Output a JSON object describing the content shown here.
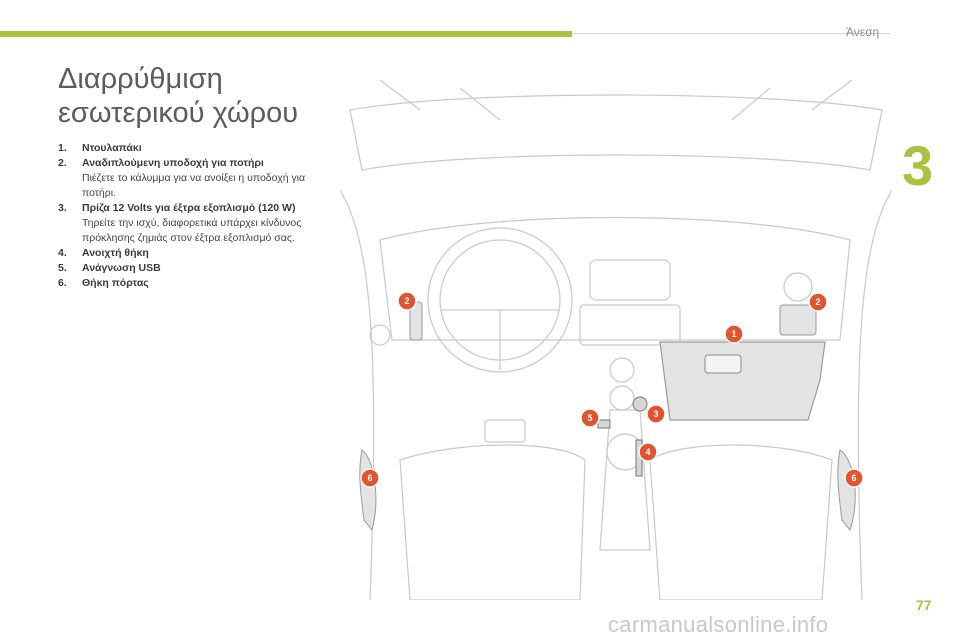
{
  "header": {
    "section_label": "Άνεση",
    "chapter_number": "3",
    "accent_color": "#a9c23f"
  },
  "title": {
    "line1": "Διαρρύθμιση",
    "line2": "εσωτερικού χώρου"
  },
  "items": [
    {
      "num": "1.",
      "label": "Ντουλαπάκι",
      "desc": ""
    },
    {
      "num": "2.",
      "label": "Αναδιπλούμενη υποδοχή για ποτήρι",
      "desc": "Πιέζετε το κάλυμμα για να ανοίξει η υποδοχή για ποτήρι."
    },
    {
      "num": "3.",
      "label": "Πρίζα 12 Volts για έξτρα εξοπλισμό (120 W)",
      "desc": "Τηρείτε την ισχύ, διαφορετικά υπάρχει κίνδυνος πρόκλησης ζημιάς στον έξτρα εξοπλισμό σας."
    },
    {
      "num": "4.",
      "label": "Ανοιχτή θήκη",
      "desc": ""
    },
    {
      "num": "5.",
      "label": "Ανάγνωση USB",
      "desc": ""
    },
    {
      "num": "6.",
      "label": "Θήκη πόρτας",
      "desc": ""
    }
  ],
  "diagram": {
    "markers": [
      {
        "label": "1"
      },
      {
        "label": "2"
      },
      {
        "label": "2"
      },
      {
        "label": "3"
      },
      {
        "label": "4"
      },
      {
        "label": "5"
      },
      {
        "label": "6"
      },
      {
        "label": "6"
      }
    ],
    "marker_color": "#e2532f"
  },
  "footer": {
    "page_number": "77",
    "watermark": "carmanualsonline.info"
  }
}
